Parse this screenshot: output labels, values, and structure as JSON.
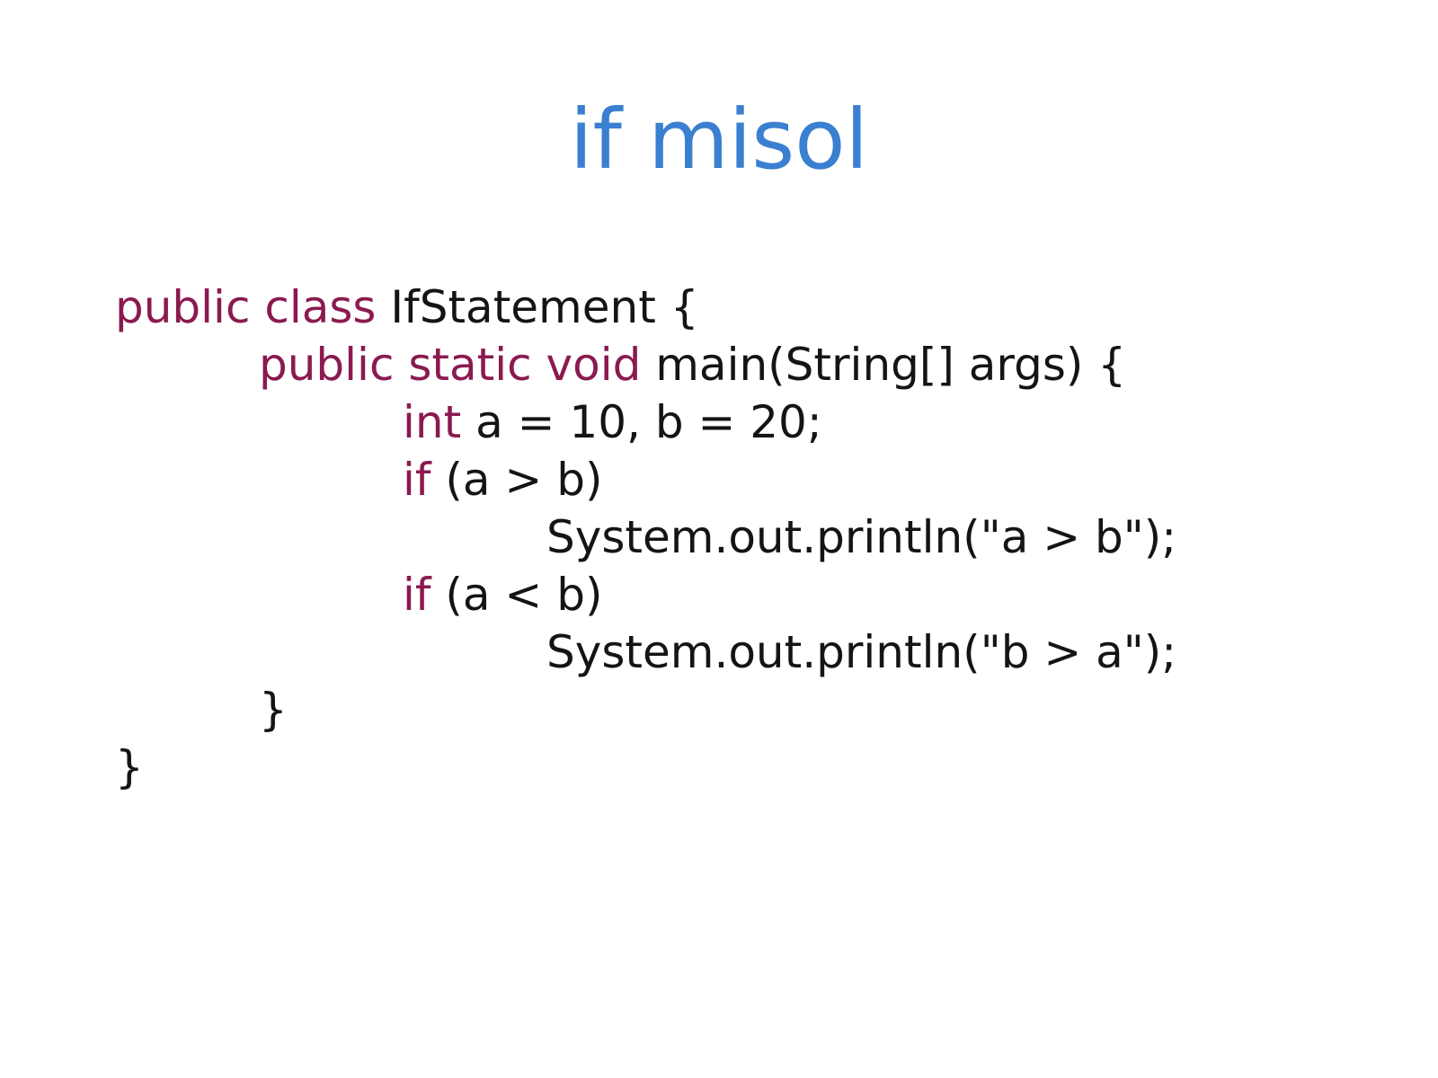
{
  "slide": {
    "title": "if misol"
  },
  "code": {
    "lines": [
      {
        "kw": "public class",
        "text": " IfStatement {"
      },
      {
        "kw": "public static void",
        "text": " main(String[] args) {"
      },
      {
        "kw": "int",
        "text": " a = 10, b = 20;"
      },
      {
        "kw": "if",
        "text": " (a > b)"
      },
      {
        "kw": "",
        "text": "System.out.println(\"a > b\");"
      },
      {
        "kw": "if",
        "text": " (a < b)"
      },
      {
        "kw": "",
        "text": "System.out.println(\"b > a\");"
      },
      {
        "kw": "",
        "text": "}"
      },
      {
        "kw": "",
        "text": "}"
      }
    ]
  },
  "colors": {
    "title": "#3a7fd0",
    "keyword": "#8a1a50",
    "text": "#141414",
    "background": "#ffffff"
  }
}
